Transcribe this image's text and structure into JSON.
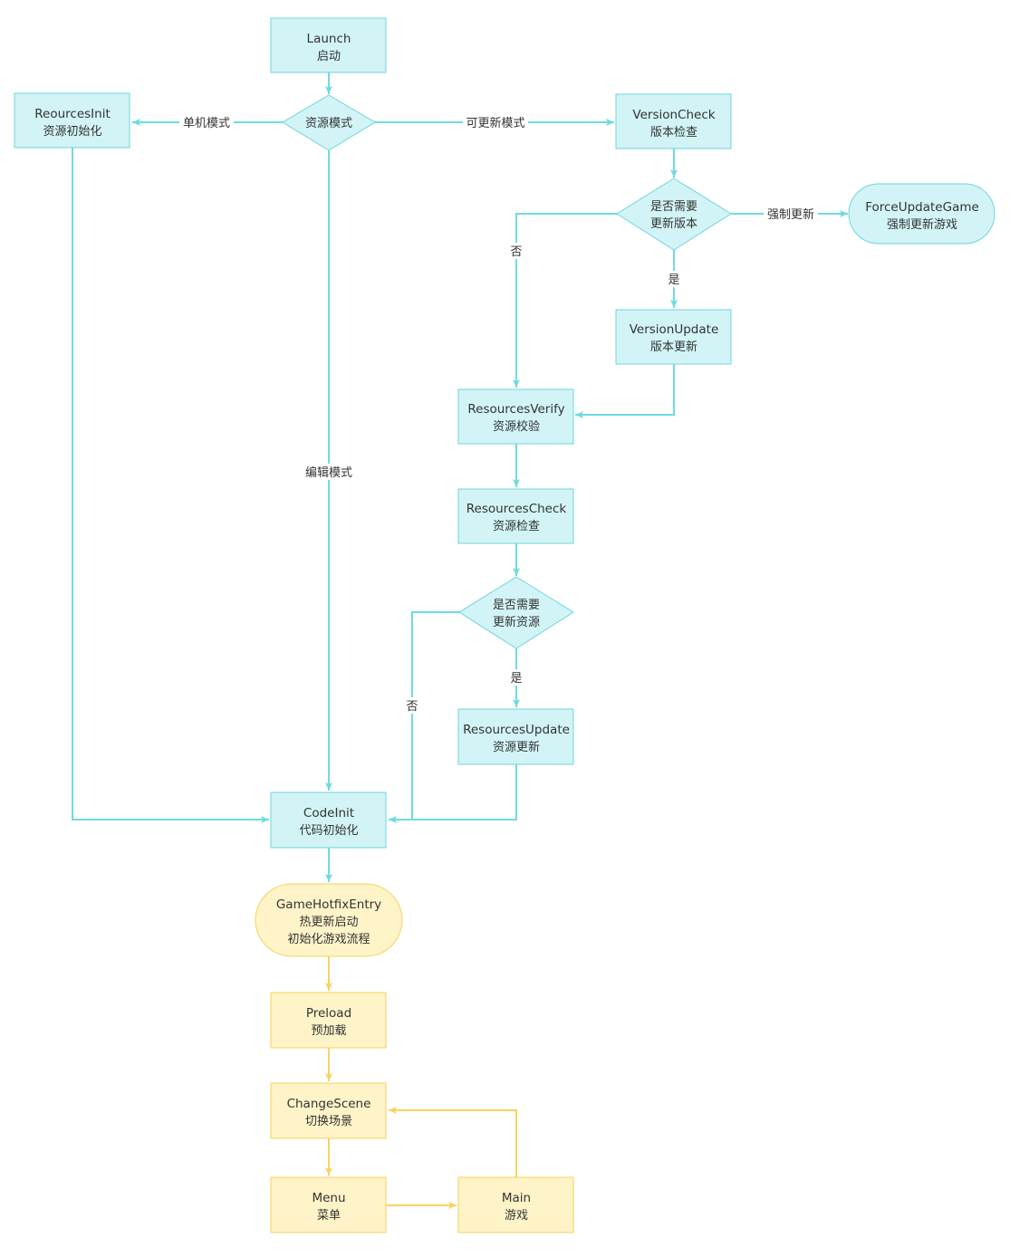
{
  "colors": {
    "cyan_fill": "#d2f4f6",
    "cyan_stroke": "#6fd6dc",
    "cyan_line": "#6fdbe0",
    "yellow_fill": "#fff3c8",
    "yellow_stroke": "#f5d35a",
    "yellow_line": "#f8d361",
    "text": "#333333"
  },
  "nodes": {
    "launch": {
      "line1": "Launch",
      "line2": "启动"
    },
    "res_mode": {
      "line1": "资源模式"
    },
    "res_init": {
      "line1": "ReourcesInit",
      "line2": "资源初始化"
    },
    "version_check": {
      "line1": "VersionCheck",
      "line2": "版本检查"
    },
    "need_version": {
      "line1": "是否需要",
      "line2": "更新版本"
    },
    "force_update": {
      "line1": "ForceUpdateGame",
      "line2": "强制更新游戏"
    },
    "version_update": {
      "line1": "VersionUpdate",
      "line2": "版本更新"
    },
    "res_verify": {
      "line1": "ResourcesVerify",
      "line2": "资源校验"
    },
    "res_check": {
      "line1": "ResourcesCheck",
      "line2": "资源检查"
    },
    "need_res": {
      "line1": "是否需要",
      "line2": "更新资源"
    },
    "res_update": {
      "line1": "ResourcesUpdate",
      "line2": "资源更新"
    },
    "code_init": {
      "line1": "CodeInit",
      "line2": "代码初始化"
    },
    "hotfix_entry": {
      "line1": "GameHotfixEntry",
      "line2": "热更新启动",
      "line3": "初始化游戏流程"
    },
    "preload": {
      "line1": "Preload",
      "line2": "预加载"
    },
    "change_scene": {
      "line1": "ChangeScene",
      "line2": "切换场景"
    },
    "menu": {
      "line1": "Menu",
      "line2": "菜单"
    },
    "main": {
      "line1": "Main",
      "line2": "游戏"
    }
  },
  "edges": {
    "standalone": "单机模式",
    "updatable": "可更新模式",
    "editor": "编辑模式",
    "force": "强制更新",
    "version_no": "否",
    "version_yes": "是",
    "res_no": "否",
    "res_yes": "是"
  }
}
